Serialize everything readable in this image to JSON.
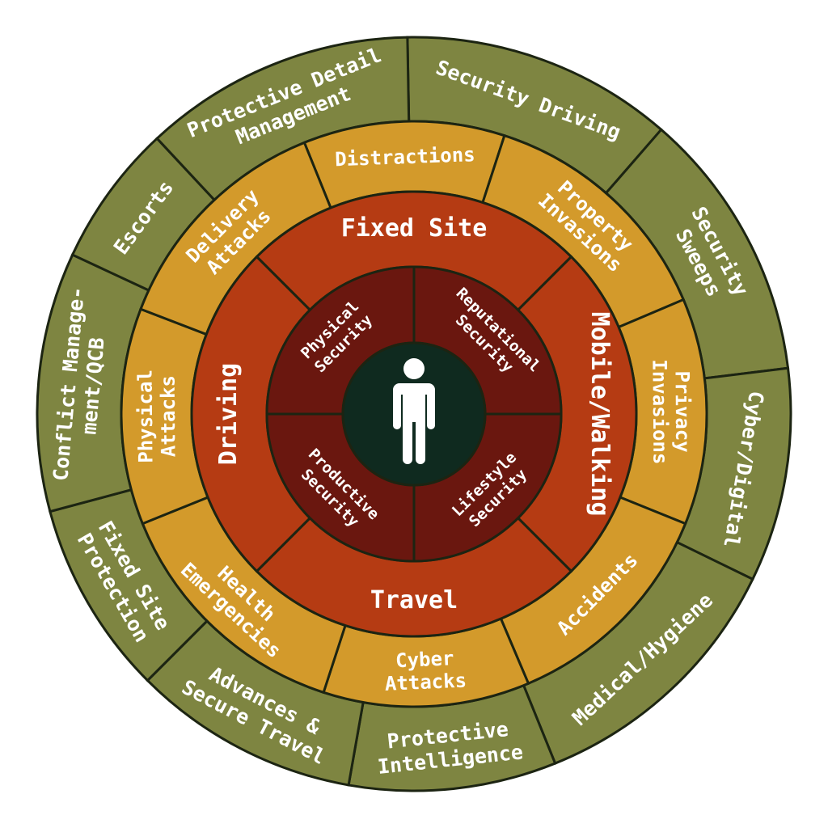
{
  "diagram": {
    "center": {
      "icon": "person-icon"
    },
    "inner_ring": [
      {
        "lines": [
          "Reputational",
          "Security"
        ]
      },
      {
        "lines": [
          "Lifestyle",
          "Security"
        ]
      },
      {
        "lines": [
          "Productive",
          "Security"
        ]
      },
      {
        "lines": [
          "Physical",
          "Security"
        ]
      }
    ],
    "middle_ring": [
      {
        "lines": [
          "Fixed Site"
        ]
      },
      {
        "lines": [
          "Mobile/Walking"
        ]
      },
      {
        "lines": [
          "Travel"
        ]
      },
      {
        "lines": [
          "Driving"
        ]
      }
    ],
    "threat_ring": [
      {
        "lines": [
          "Distractions"
        ]
      },
      {
        "lines": [
          "Property",
          "Invasions"
        ]
      },
      {
        "lines": [
          "Privacy",
          "Invasions"
        ]
      },
      {
        "lines": [
          "Accidents"
        ]
      },
      {
        "lines": [
          "Cyber",
          "Attacks"
        ]
      },
      {
        "lines": [
          "Health",
          "Emergencies"
        ]
      },
      {
        "lines": [
          "Physical",
          "Attacks"
        ]
      },
      {
        "lines": [
          "Delivery",
          "Attacks"
        ]
      }
    ],
    "service_ring": [
      {
        "lines": [
          "Security Driving"
        ]
      },
      {
        "lines": [
          "Security",
          "Sweeps"
        ]
      },
      {
        "lines": [
          "Cyber/Digital"
        ]
      },
      {
        "lines": [
          "Medical/Hygiene"
        ]
      },
      {
        "lines": [
          "Protective",
          "Intelligence"
        ]
      },
      {
        "lines": [
          "Advances &",
          "Secure Travel"
        ]
      },
      {
        "lines": [
          "Fixed Site",
          "Protection"
        ]
      },
      {
        "lines": [
          "Conflict Manage-",
          "ment/QCB"
        ]
      },
      {
        "lines": [
          "Escorts"
        ]
      },
      {
        "lines": [
          "Protective Detail",
          "Management"
        ]
      }
    ],
    "colors": {
      "service": "#7e8541",
      "threat": "#d39a2b",
      "middle": "#b53b13",
      "inner": "#6a170f",
      "center": "#0f2a1f",
      "line": "#1c2412"
    }
  }
}
